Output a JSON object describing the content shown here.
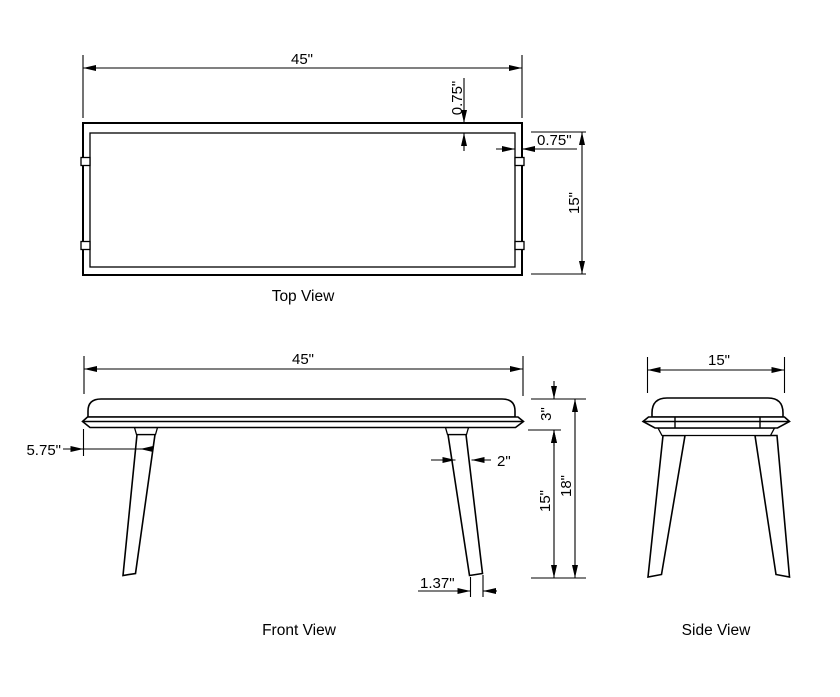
{
  "page": {
    "background": "#ffffff",
    "line_color": "#000000",
    "text_color": "#000000"
  },
  "views": {
    "top": {
      "label": "Top View",
      "dims": {
        "width": "45\"",
        "frame_top": "0.75\"",
        "frame_side": "0.75\"",
        "depth": "15\""
      }
    },
    "front": {
      "label": "Front View",
      "dims": {
        "width": "45\"",
        "leg_offset": "5.75\"",
        "leg_top_width": "2\"",
        "seat_height": "3\"",
        "leg_length": "15\"",
        "overall_height": "18\"",
        "leg_bottom_width": "1.37\""
      }
    },
    "side": {
      "label": "Side View",
      "dims": {
        "depth": "15\""
      }
    }
  }
}
